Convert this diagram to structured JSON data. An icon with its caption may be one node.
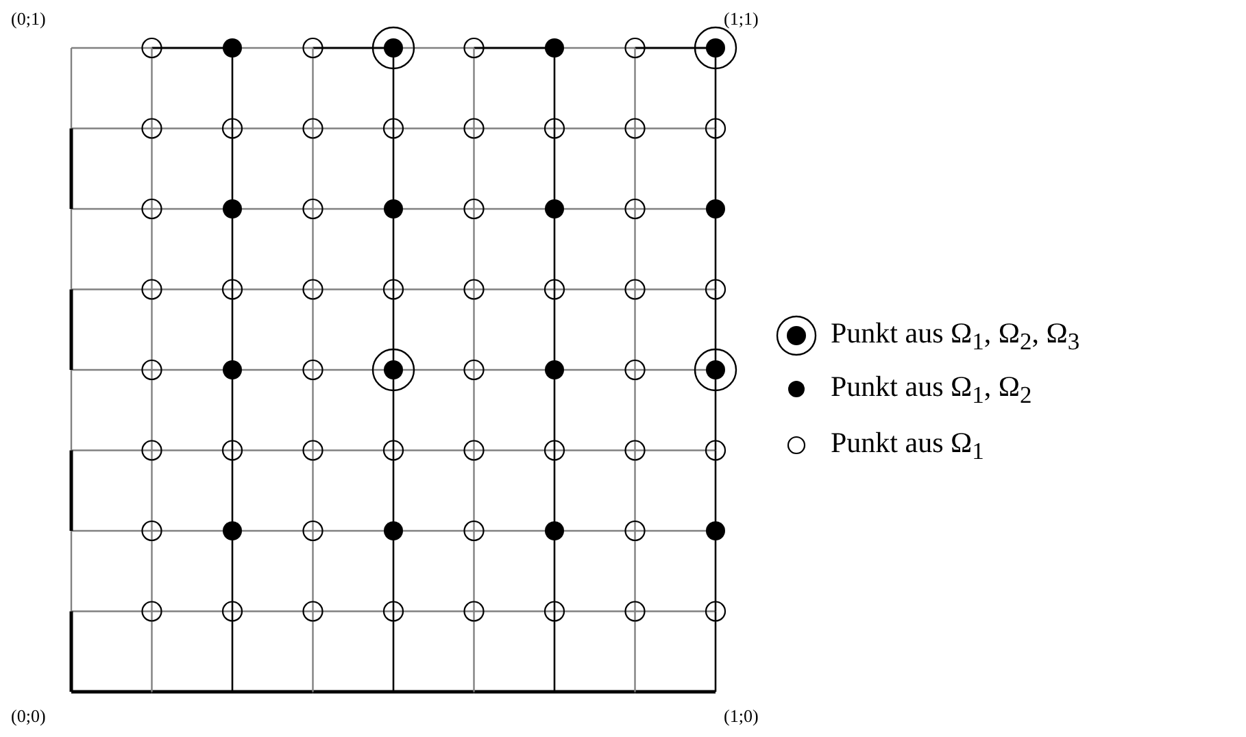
{
  "diagram": {
    "labels": [
      "(0;1)",
      "(1;1)",
      "(0;0)",
      "(1;0)"
    ],
    "legend": [
      {
        "text": "Punkt aus Ω$_{1}$, Ω$_{2}$, Ω$_{3}$"
      },
      {
        "text": "Punkt aus Ω$_{1}$, Ω$_{2}$"
      },
      {
        "text": "Punkt aus Ω$_{1}$"
      }
    ]
  }
}
